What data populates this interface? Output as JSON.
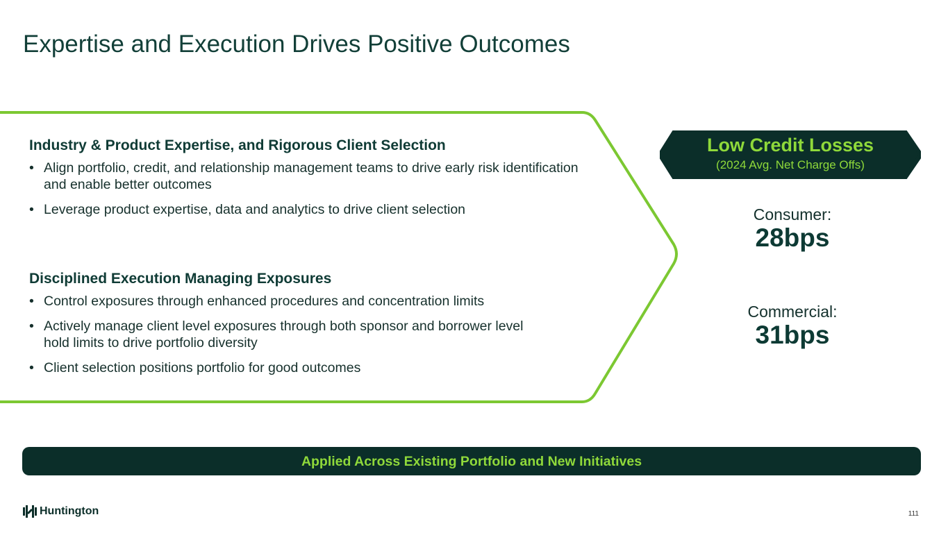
{
  "title": "Expertise and Execution Drives Positive Outcomes",
  "sections": [
    {
      "heading": "Industry & Product Expertise, and Rigorous Client Selection",
      "bullets": [
        "Align portfolio, credit, and relationship management teams to drive early risk identification and enable better outcomes",
        "Leverage product expertise, data and analytics to drive client selection"
      ]
    },
    {
      "heading": "Disciplined Execution Managing Exposures",
      "bullets": [
        "Control exposures through enhanced procedures and concentration limits",
        "Actively manage client level exposures through both sponsor and borrower level hold limits to drive portfolio diversity",
        "Client selection positions portfolio for good outcomes"
      ]
    }
  ],
  "badge": {
    "title": "Low Credit Losses",
    "subtitle": "(2024 Avg. Net Charge Offs)"
  },
  "stats": [
    {
      "label": "Consumer:",
      "value": "28bps"
    },
    {
      "label": "Commercial:",
      "value": "31bps"
    }
  ],
  "banner": "Applied Across Existing Portfolio and New Initiatives",
  "logo": "Huntington",
  "page_number": "111",
  "colors": {
    "dark": "#0b2e29",
    "lime": "#8fd93a",
    "outline": "#7cc832"
  }
}
